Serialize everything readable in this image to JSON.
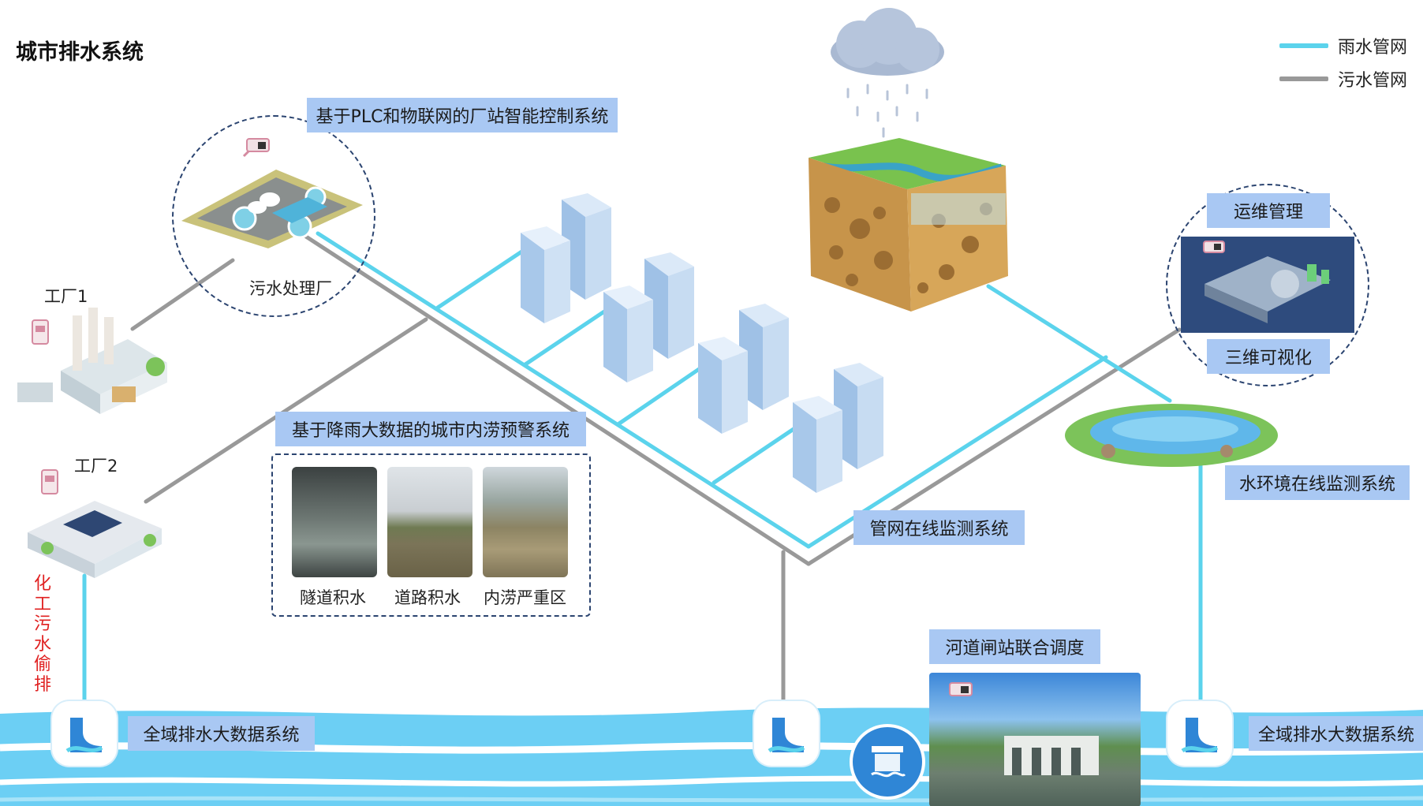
{
  "title": "城市排水系统",
  "legend": [
    {
      "label": "雨水管网",
      "color": "#5bd3ec"
    },
    {
      "label": "污水管网",
      "color": "#999999"
    }
  ],
  "systems": {
    "plc": "基于PLC和物联网的厂站智能控制系统",
    "rain_warning": "基于降雨大数据的城市内涝预警系统",
    "pipe_monitor": "管网在线监测系统",
    "water_env": "水环境在线监测系统",
    "ops": "运维管理",
    "viz3d": "三维可视化",
    "river_gate": "河道闸站联合调度",
    "bigdata_left": "全域排水大数据系统",
    "bigdata_right": "全域排水大数据系统"
  },
  "places": {
    "sewage_plant": "污水处理厂",
    "factory1": "工厂1",
    "factory2": "工厂2"
  },
  "flood_photos": [
    "隧道积水",
    "道路积水",
    "内涝严重区"
  ],
  "alert_text": "化工污水偷排",
  "icons": {
    "cloud": "rain-cloud-icon",
    "outlet": "drain-outlet-icon",
    "gate": "sluice-gate-icon",
    "camera": "camera-icon",
    "monitor": "monitor-device-icon"
  }
}
